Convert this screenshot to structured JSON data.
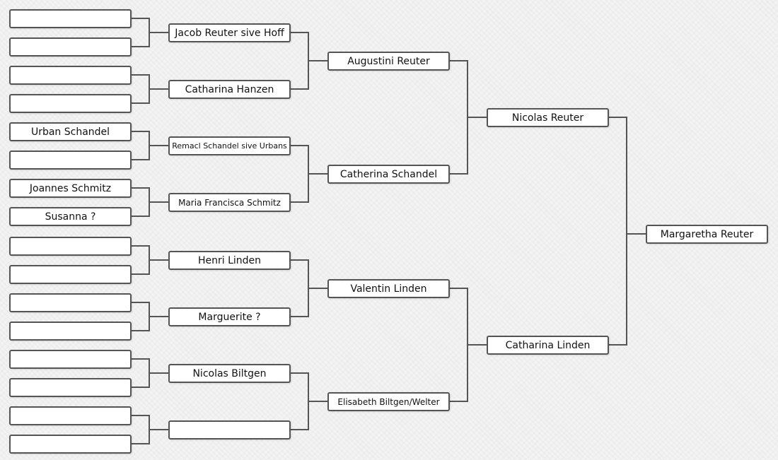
{
  "pedigree": {
    "root": "Margaretha Reuter",
    "generation1": [
      "Nicolas Reuter",
      "Catharina Linden"
    ],
    "generation2": [
      "Augustini Reuter",
      "Catherina Schandel",
      "Valentin Linden",
      "Elisabeth Biltgen/Welter"
    ],
    "generation3": [
      "Jacob Reuter sive Hoff",
      "Catharina Hanzen",
      "Remacl Schandel sive Urbans",
      "Maria Francisca Schmitz",
      "Henri Linden",
      "Marguerite ?",
      "Nicolas Biltgen",
      ""
    ],
    "generation4": [
      "",
      "",
      "",
      "",
      "Urban Schandel",
      "",
      "Joannes Schmitz",
      "Susanna ?",
      "",
      "",
      "",
      "",
      "",
      "",
      "",
      ""
    ]
  },
  "colors": {
    "border": "#555555",
    "line": "#555555",
    "box_fill": "#ffffff",
    "background": "#f3f3f3"
  }
}
